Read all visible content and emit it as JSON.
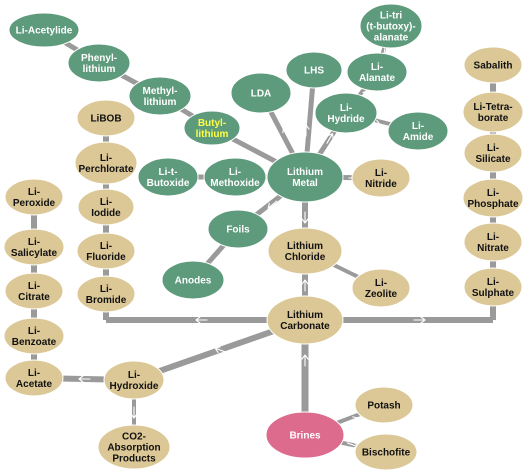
{
  "colors": {
    "green": "#5e9a7c",
    "tan": "#dcc896",
    "pink": "#dc6b8e",
    "edge": "#9a9a9a",
    "text_light": "#ffffff",
    "text_dark": "#111111",
    "text_highlight": "#ffff44"
  },
  "nodes": [
    {
      "id": "li-acetylide",
      "lines": [
        "Li-Acetylide"
      ],
      "color": "green"
    },
    {
      "id": "phenyl-lithium",
      "lines": [
        "Phenyl-",
        "lithium"
      ],
      "color": "green"
    },
    {
      "id": "methyl-lithium",
      "lines": [
        "Methyl-",
        "lithium"
      ],
      "color": "green"
    },
    {
      "id": "butyl-lithium",
      "lines": [
        "Butyl-",
        "lithium"
      ],
      "color": "green",
      "highlight": true
    },
    {
      "id": "lda",
      "lines": [
        "LDA"
      ],
      "color": "green"
    },
    {
      "id": "lhs",
      "lines": [
        "LHS"
      ],
      "color": "green"
    },
    {
      "id": "li-tri-t-butoxy-alanate",
      "lines": [
        "Li-tri",
        "(t-butoxy)-",
        "alanate"
      ],
      "color": "green"
    },
    {
      "id": "li-alanate",
      "lines": [
        "Li-",
        "Alanate"
      ],
      "color": "green"
    },
    {
      "id": "li-hydride",
      "lines": [
        "Li-",
        "Hydride"
      ],
      "color": "green"
    },
    {
      "id": "li-amide",
      "lines": [
        "Li-",
        "Amide"
      ],
      "color": "green"
    },
    {
      "id": "li-t-butoxide",
      "lines": [
        "Li-t-",
        "Butoxide"
      ],
      "color": "green"
    },
    {
      "id": "li-methoxide",
      "lines": [
        "Li-",
        "Methoxide"
      ],
      "color": "green"
    },
    {
      "id": "lithium-metal",
      "lines": [
        "Lithium",
        "Metal"
      ],
      "color": "green"
    },
    {
      "id": "li-nitride",
      "lines": [
        "Li-",
        "Nitride"
      ],
      "color": "tan"
    },
    {
      "id": "foils",
      "lines": [
        "Foils"
      ],
      "color": "green"
    },
    {
      "id": "anodes",
      "lines": [
        "Anodes"
      ],
      "color": "green"
    },
    {
      "id": "libob",
      "lines": [
        "LiBOB"
      ],
      "color": "tan"
    },
    {
      "id": "li-perchlorate",
      "lines": [
        "Li-",
        "Perchlorate"
      ],
      "color": "tan"
    },
    {
      "id": "li-iodide",
      "lines": [
        "Li-",
        "Iodide"
      ],
      "color": "tan"
    },
    {
      "id": "li-fluoride",
      "lines": [
        "Li-",
        "Fluoride"
      ],
      "color": "tan"
    },
    {
      "id": "li-bromide",
      "lines": [
        "Li-",
        "Bromide"
      ],
      "color": "tan"
    },
    {
      "id": "li-peroxide",
      "lines": [
        "Li-",
        "Peroxide"
      ],
      "color": "tan"
    },
    {
      "id": "li-salicylate",
      "lines": [
        "Li-",
        "Salicylate"
      ],
      "color": "tan"
    },
    {
      "id": "li-citrate",
      "lines": [
        "Li-",
        "Citrate"
      ],
      "color": "tan"
    },
    {
      "id": "li-benzoate",
      "lines": [
        "Li-",
        "Benzoate"
      ],
      "color": "tan"
    },
    {
      "id": "li-acetate",
      "lines": [
        "Li-",
        "Acetate"
      ],
      "color": "tan"
    },
    {
      "id": "li-hydroxide",
      "lines": [
        "Li-",
        "Hydroxide"
      ],
      "color": "tan"
    },
    {
      "id": "co2-absorption-products",
      "lines": [
        "CO2-",
        "Absorption",
        "Products"
      ],
      "color": "tan"
    },
    {
      "id": "lithium-chloride",
      "lines": [
        "Lithium",
        "Chloride"
      ],
      "color": "tan"
    },
    {
      "id": "li-zeolite",
      "lines": [
        "Li-",
        "Zeolite"
      ],
      "color": "tan"
    },
    {
      "id": "lithium-carbonate",
      "lines": [
        "Lithium",
        "Carbonate"
      ],
      "color": "tan"
    },
    {
      "id": "sabalith",
      "lines": [
        "Sabalith"
      ],
      "color": "tan"
    },
    {
      "id": "li-tetraborate",
      "lines": [
        "Li-Tetra-",
        "borate"
      ],
      "color": "tan"
    },
    {
      "id": "li-silicate",
      "lines": [
        "Li-",
        "Silicate"
      ],
      "color": "tan"
    },
    {
      "id": "li-phosphate",
      "lines": [
        "Li-",
        "Phosphate"
      ],
      "color": "tan"
    },
    {
      "id": "li-nitrate",
      "lines": [
        "Li-",
        "Nitrate"
      ],
      "color": "tan"
    },
    {
      "id": "li-sulphate",
      "lines": [
        "Li-",
        "Sulphate"
      ],
      "color": "tan"
    },
    {
      "id": "brines",
      "lines": [
        "Brines"
      ],
      "color": "pink"
    },
    {
      "id": "potash",
      "lines": [
        "Potash"
      ],
      "color": "tan"
    },
    {
      "id": "bischofite",
      "lines": [
        "Bischofite"
      ],
      "color": "tan"
    }
  ]
}
